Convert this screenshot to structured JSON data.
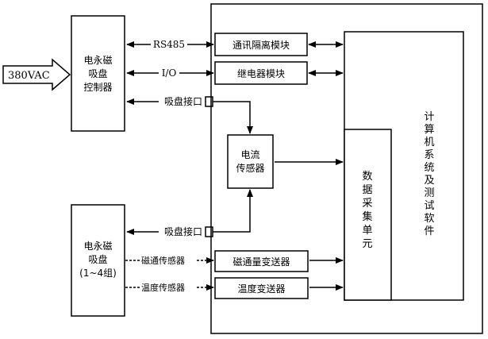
{
  "power_input": "380VAC",
  "controller": {
    "line1": "电永磁",
    "line2": "吸盘",
    "line3": "控制器"
  },
  "chuck": {
    "line1": "电永磁",
    "line2": "吸盘",
    "line3": "(1~4组)"
  },
  "labels": {
    "rs485": "RS485",
    "io": "I/O",
    "chuck_port_top": "吸盘接口",
    "chuck_port_bottom": "吸盘接口",
    "flux_sensor": "磁通传感器",
    "temp_sensor": "温度传感器"
  },
  "modules": {
    "comm": "通讯隔离模块",
    "relay": "继电器模块",
    "flux_transmitter": "磁通量变送器",
    "temp_transmitter": "温度变送器"
  },
  "current_sensor": {
    "line1": "电流",
    "line2": "传感器"
  },
  "daq": {
    "chars": [
      "数",
      "据",
      "采",
      "集",
      "单",
      "元"
    ]
  },
  "computer": {
    "chars": [
      "计",
      "算",
      "机",
      "系",
      "统",
      "及",
      "测",
      "试",
      "软",
      "件"
    ]
  }
}
